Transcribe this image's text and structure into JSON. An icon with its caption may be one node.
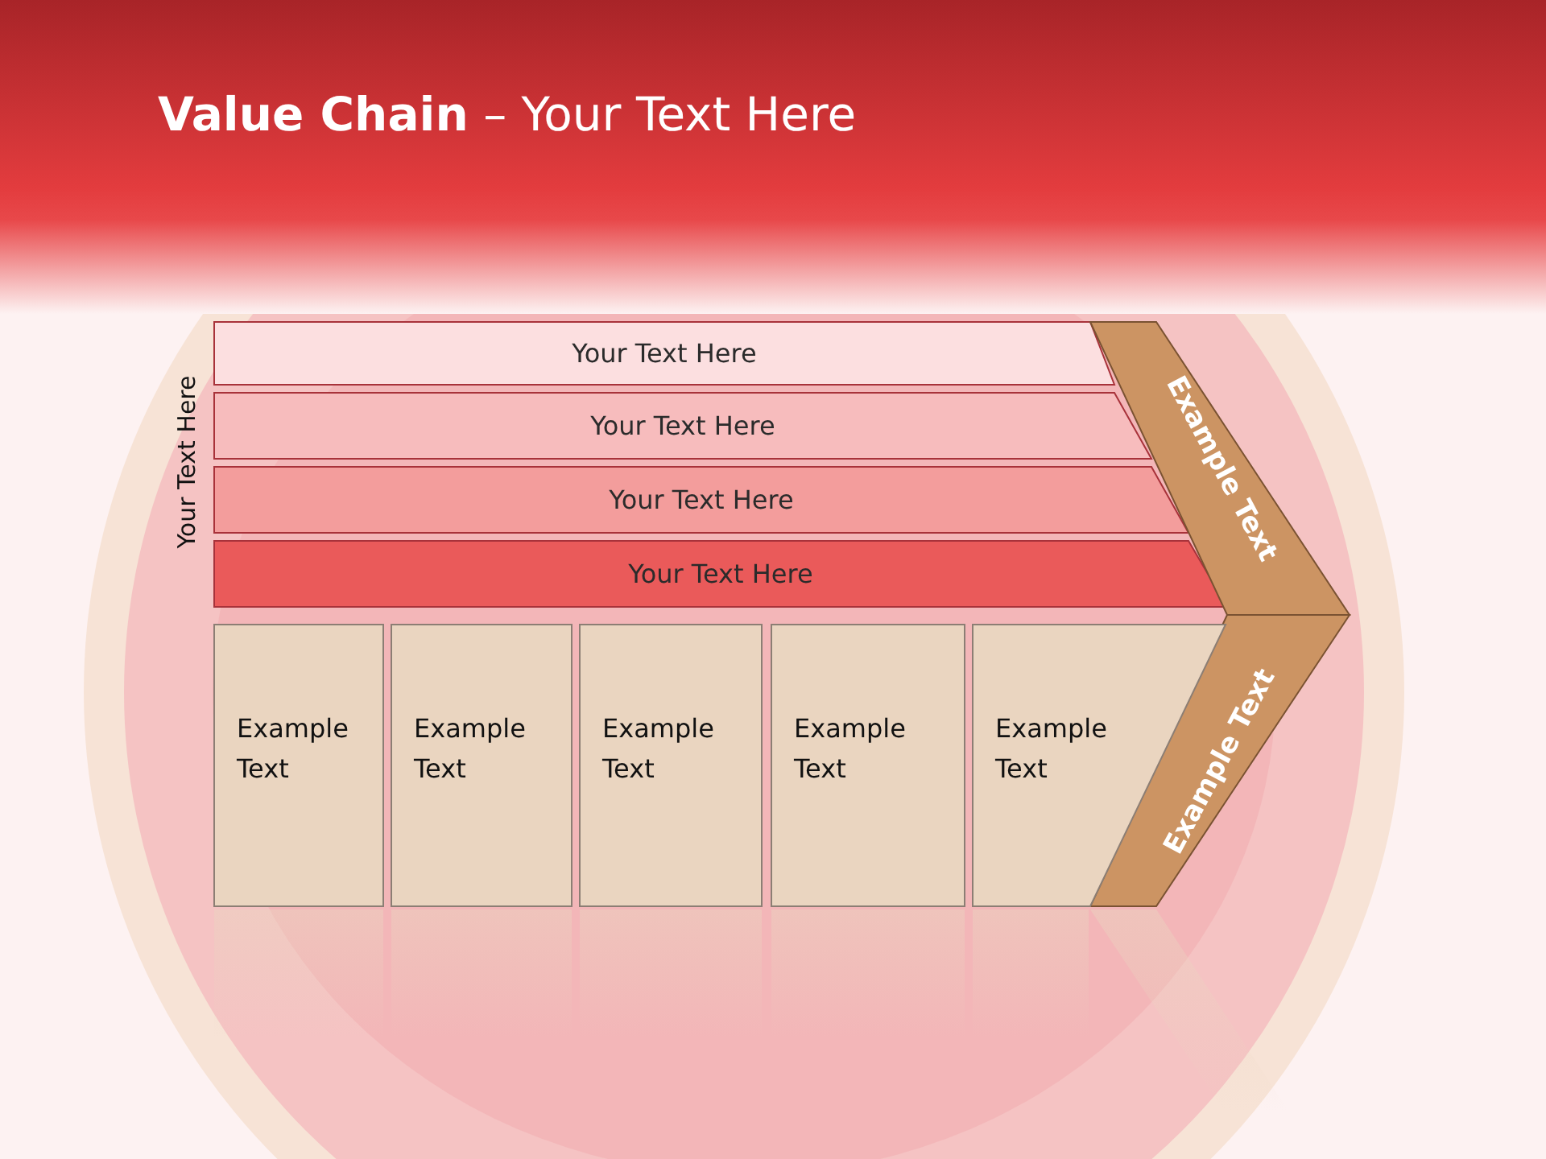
{
  "diagram": {
    "title": "**Value Chain** – Your Text Here",
    "nodes": [
      {
        "text": [
          "Your Text Here"
        ]
      },
      {
        "text": [
          "Your Text Here"
        ]
      },
      {
        "text": [
          "Your Text Here"
        ]
      },
      {
        "text": [
          "Your Text Here"
        ]
      },
      {
        "text": [
          "Example Text"
        ]
      },
      {
        "text": [
          "Example Text"
        ]
      },
      {
        "text": [
          "Example Text"
        ]
      },
      {
        "text": [
          "Example Text"
        ]
      },
      {
        "text": [
          "Example Text"
        ]
      },
      {
        "text": [
          "Example Text"
        ]
      },
      {
        "text": [
          "Example Text"
        ]
      }
    ],
    "labels": [
      "Your Text Here"
    ]
  }
}
